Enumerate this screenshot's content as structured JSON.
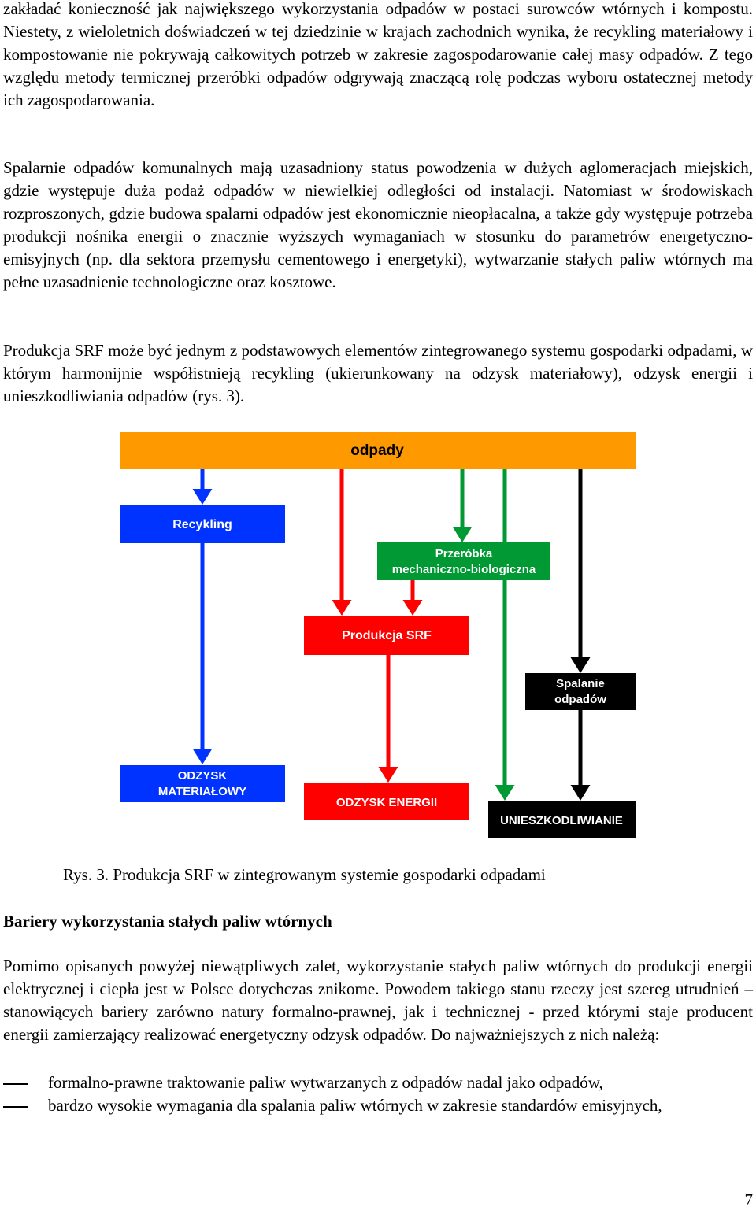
{
  "paragraphs": {
    "p1": "zakładać konieczność jak największego wykorzystania odpadów w postaci surowców wtórnych i kompostu. Niestety, z wieloletnich doświadczeń w tej dziedzinie w krajach zachodnich wynika, że recykling materiałowy i kompostowanie nie pokrywają całkowitych potrzeb w zakresie zagospodarowanie całej masy odpadów. Z tego względu metody termicznej przeróbki odpadów odgrywają znaczącą rolę podczas wyboru ostatecznej metody ich zagospodarowania.",
    "p2": "Spalarnie odpadów komunalnych mają uzasadniony status powodzenia w dużych aglomeracjach miejskich, gdzie występuje duża podaż odpadów w niewielkiej odległości od instalacji. Natomiast w środowiskach rozproszonych, gdzie budowa spalarni odpadów jest ekonomicznie nieopłacalna, a także gdy występuje potrzeba produkcji nośnika energii o znacznie wyższych wymaganiach w stosunku do parametrów energetyczno-emisyjnych (np. dla sektora przemysłu cementowego i energetyki), wytwarzanie stałych paliw wtórnych ma pełne uzasadnienie technologiczne oraz kosztowe.",
    "p3": "Produkcja SRF może być jednym z podstawowych elementów zintegrowanego systemu gospodarki odpadami, w którym harmonijnie współistnieją recykling (ukierunkowany na odzysk materiałowy), odzysk energii i unieszkodliwiania odpadów (rys. 3).",
    "p4": "Pomimo opisanych powyżej niewątpliwych zalet, wykorzystanie stałych paliw wtórnych do produkcji energii elektrycznej i ciepła jest w Polsce dotychczas znikome. Powodem takiego stanu rzeczy jest szereg utrudnień – stanowiących bariery zarówno natury formalno-prawnej, jak i technicznej - przed którymi staje producent energii zamierzający realizować energetyczny odzysk odpadów. Do najważniejszych z nich należą:"
  },
  "diagram": {
    "odpady": "odpady",
    "recykling": "Recykling",
    "przerobka_line1": "Przeróbka",
    "przerobka_line2": "mechaniczno-biologiczna",
    "produkcja_srf": "Produkcja SRF",
    "spalanie_line1": "Spalanie",
    "spalanie_line2": "odpadów",
    "odzysk_mat_line1": "ODZYSK",
    "odzysk_mat_line2": "MATERIAŁOWY",
    "odzysk_energii": "ODZYSK ENERGII",
    "unieszkodliwianie": "UNIESZKODLIWIANIE",
    "colors": {
      "orange": "#FF9900",
      "blue": "#0033FF",
      "red": "#FF0000",
      "green": "#009933",
      "black": "#000000"
    }
  },
  "caption": "Rys. 3. Produkcja SRF w zintegrowanym systemie gospodarki odpadami",
  "heading": "Bariery wykorzystania stałych paliw wtórnych",
  "bullets": [
    "formalno-prawne traktowanie paliw wytwarzanych z odpadów nadal jako odpadów,",
    "bardzo wysokie wymagania dla spalania paliw wtórnych w zakresie standardów emisyjnych,"
  ],
  "page_number": "7"
}
